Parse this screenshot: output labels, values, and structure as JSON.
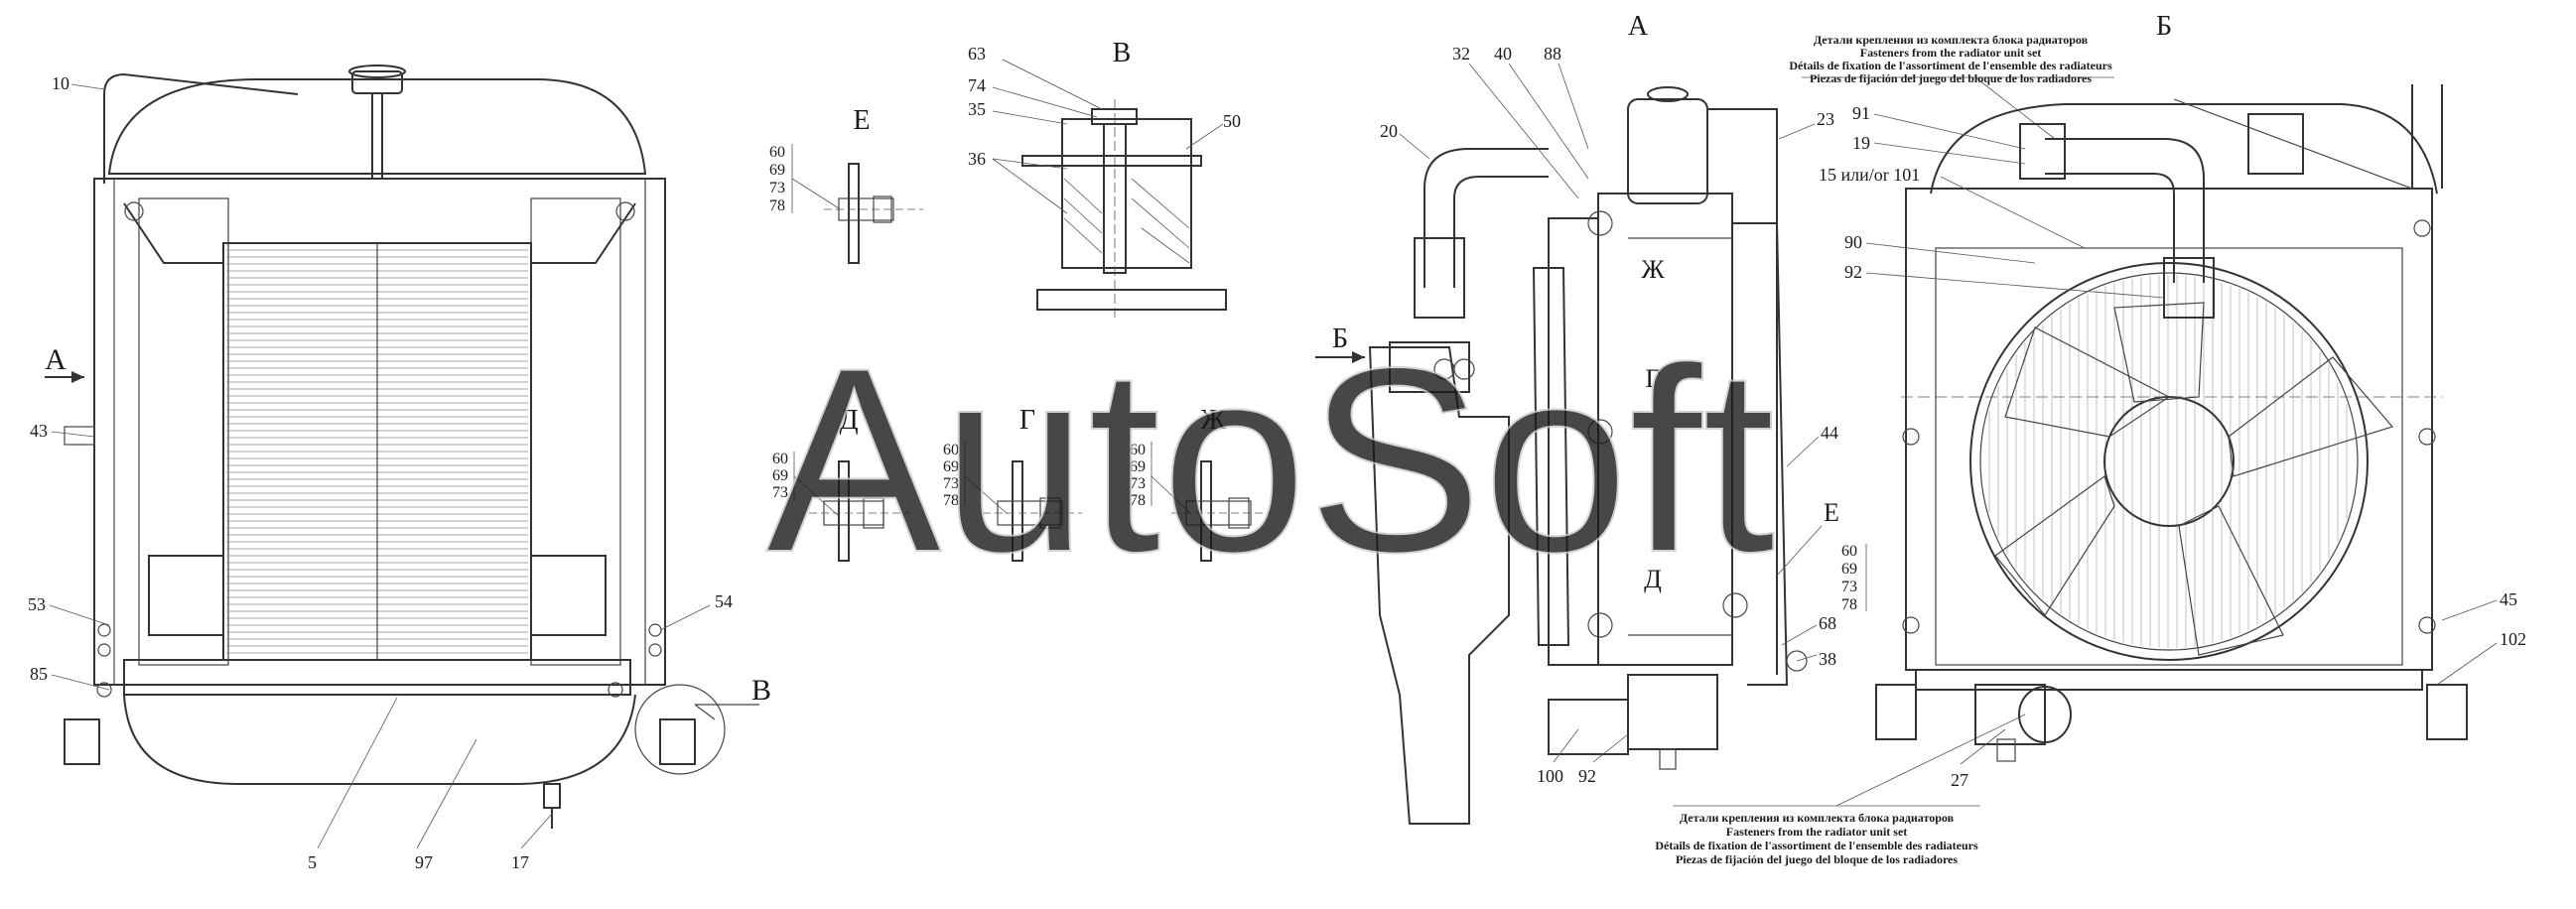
{
  "views": {
    "view_b_side": "Б",
    "view_a": "А",
    "view_b_top": "В",
    "view_e": "Е",
    "view_d": "Д",
    "view_g": "Г",
    "view_zh": "Ж"
  },
  "arrows": {
    "arrow_a": "А",
    "arrow_b": "Б",
    "arrow_v": "В"
  },
  "fastener_stack": [
    "60",
    "69",
    "73",
    "78"
  ],
  "fastener_stack_short": [
    "60",
    "69",
    "73"
  ],
  "note_fasteners": {
    "ru": "Детали крепления из комплекта блока радиаторов",
    "en": "Fasteners from the radiator unit set",
    "fr": "Détails de fixation de l'assortiment de l'ensemble des radiateurs",
    "es": "Piezas de fijación del juego del bloque de los radiadores"
  },
  "callouts_front": {
    "c10": "10",
    "c43": "43",
    "c53": "53",
    "c85": "85",
    "c54": "54",
    "c5": "5",
    "c97": "97",
    "c17": "17"
  },
  "callouts_detail_b": {
    "c63": "63",
    "c74": "74",
    "c35": "35",
    "c36": "36",
    "c50": "50"
  },
  "callouts_side": {
    "c32": "32",
    "c40": "40",
    "c88": "88",
    "c23": "23",
    "c20": "20",
    "c44": "44",
    "c68": "68",
    "c38": "38",
    "c100": "100",
    "c92": "92"
  },
  "callouts_rear": {
    "c91": "91",
    "c19": "19",
    "c15": "15 или/or 101",
    "c90": "90",
    "c92": "92",
    "c45": "45",
    "c102": "102",
    "c27": "27"
  },
  "watermark": "AutoSoft"
}
